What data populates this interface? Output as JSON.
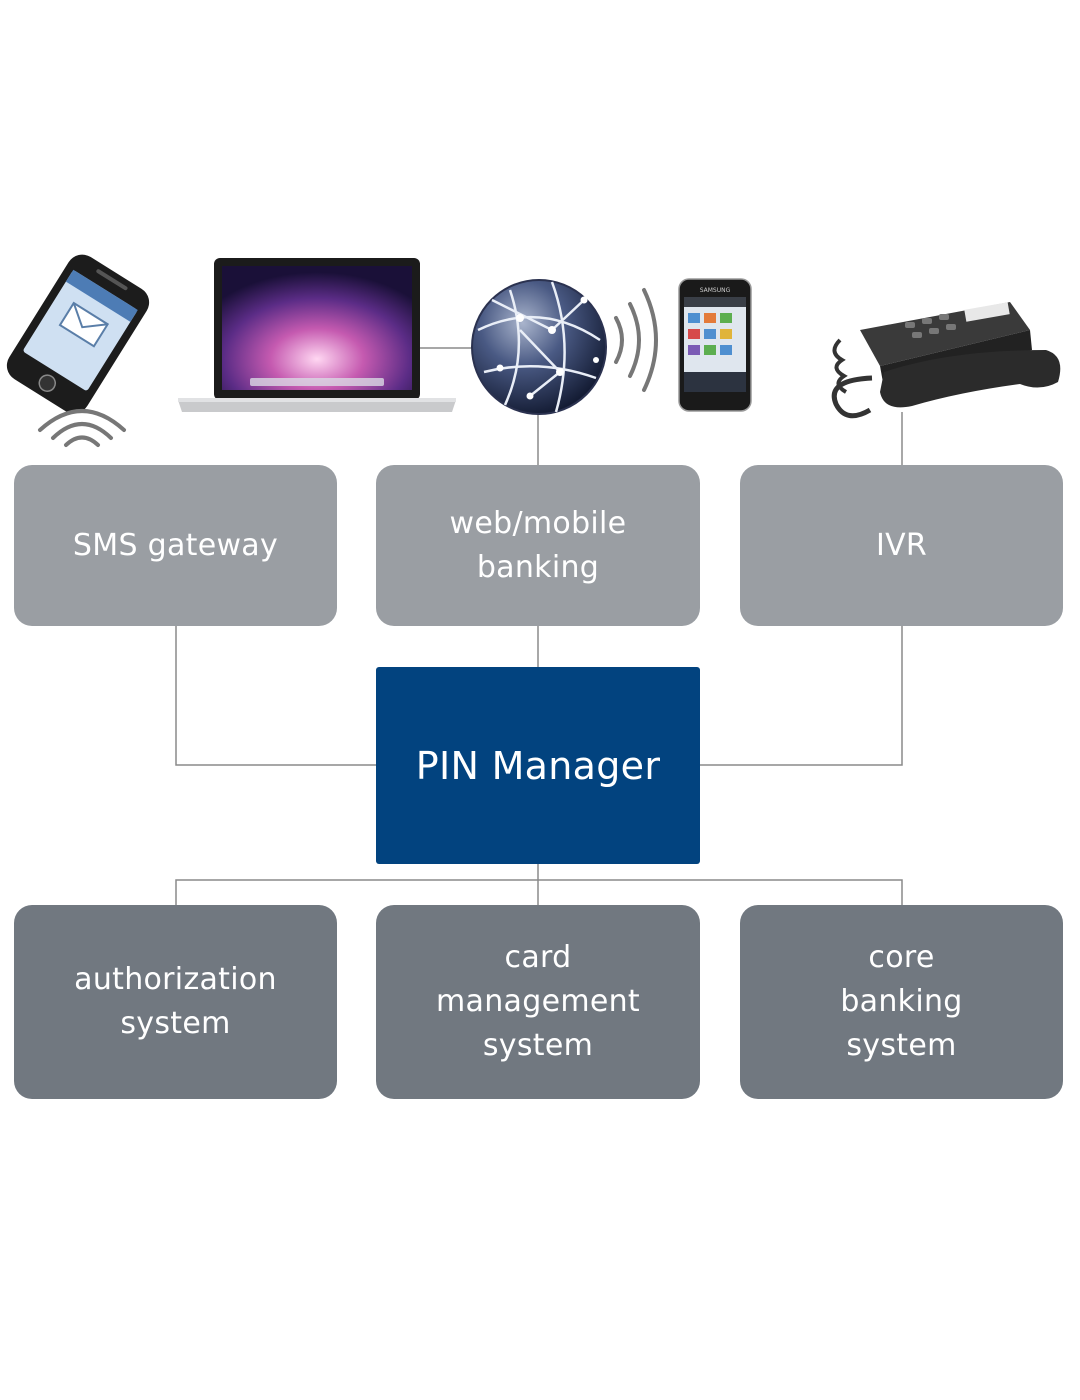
{
  "colors": {
    "top_box": "#9a9ea3",
    "bottom_box": "#717880",
    "center_box": "#02437f",
    "connector": "#8a8a8a"
  },
  "devices": [
    {
      "name": "mobile-phone-icon"
    },
    {
      "name": "laptop-icon"
    },
    {
      "name": "internet-globe-icon"
    },
    {
      "name": "smartphone-icon",
      "brand": "SAMSUNG"
    },
    {
      "name": "desk-telephone-icon"
    }
  ],
  "top_boxes": {
    "sms": {
      "lines": [
        "SMS gateway"
      ]
    },
    "web": {
      "lines": [
        "web/mobile",
        "banking"
      ]
    },
    "ivr": {
      "lines": [
        "IVR"
      ]
    }
  },
  "center": {
    "label": "PIN Manager"
  },
  "bottom_boxes": {
    "auth": {
      "lines": [
        "authorization",
        "system"
      ]
    },
    "card": {
      "lines": [
        "card",
        "management",
        "system"
      ]
    },
    "core": {
      "lines": [
        "core",
        "banking",
        "system"
      ]
    }
  }
}
